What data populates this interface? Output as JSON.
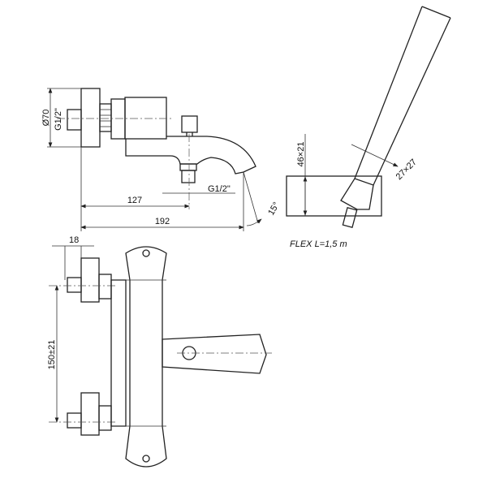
{
  "dimensions": {
    "diameter": "Ø70",
    "thread_inlet": "G1/2\"",
    "thread_outlet": "G1/2\"",
    "spout_offset": "127",
    "total_projection": "192",
    "spout_angle": "15°",
    "holder_size": "46×21",
    "handshower_size": "27×27",
    "plate_depth": "18",
    "centers": "150±21"
  },
  "notes": {
    "flex": "FLEX L=1,5 m"
  }
}
